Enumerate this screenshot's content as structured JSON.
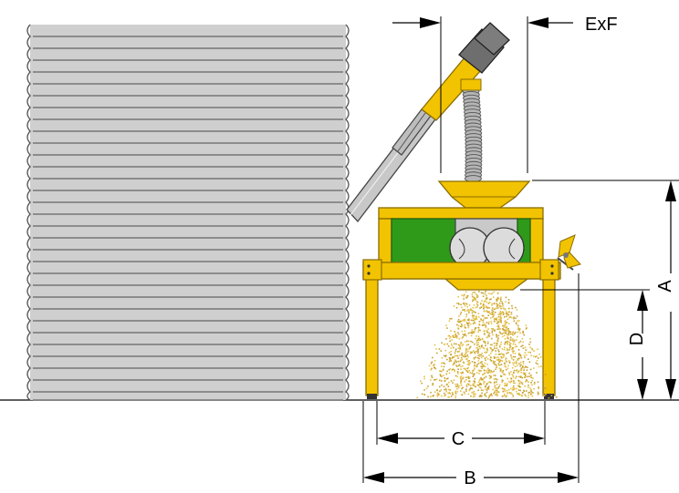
{
  "diagram": {
    "labels": {
      "exf": "ExF",
      "a": "A",
      "b": "B",
      "c": "C",
      "d": "D"
    },
    "colors": {
      "frame": "#f2c300",
      "frame_edge": "#9a7a00",
      "green_panel": "#2f9a1a",
      "silo": "#c9c9c9",
      "silo_line": "#555555",
      "auger": "#c8c8c8",
      "motor": "#6e6e6e",
      "grain": "#e6c24a",
      "roller": "#d8d8d8"
    }
  }
}
